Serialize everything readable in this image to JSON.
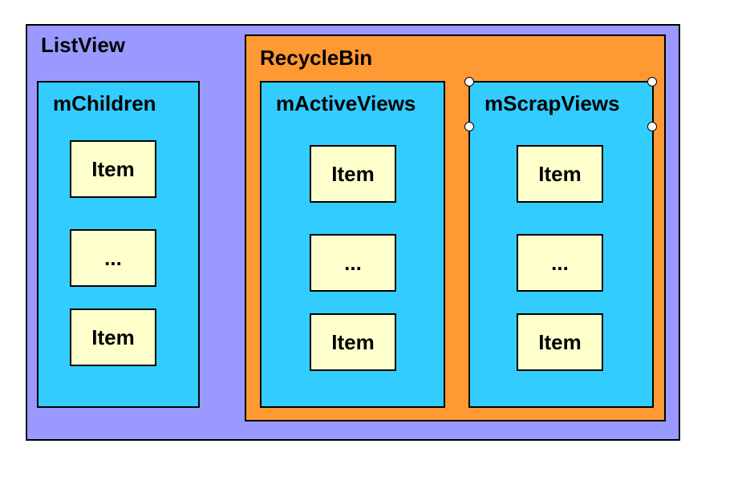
{
  "listview": {
    "title": "ListView",
    "children_panel": {
      "title": "mChildren",
      "items": [
        "Item",
        "...",
        "Item"
      ]
    }
  },
  "recyclebin": {
    "title": "RecycleBin",
    "active_views": {
      "title": "mActiveViews",
      "items": [
        "Item",
        "...",
        "Item"
      ]
    },
    "scrap_views": {
      "title": "mScrapViews",
      "items": [
        "Item",
        "...",
        "Item"
      ]
    }
  },
  "colors": {
    "listview": "#9999ff",
    "recyclebin": "#ff9933",
    "panel": "#33ccff",
    "item": "#ffffcc"
  }
}
